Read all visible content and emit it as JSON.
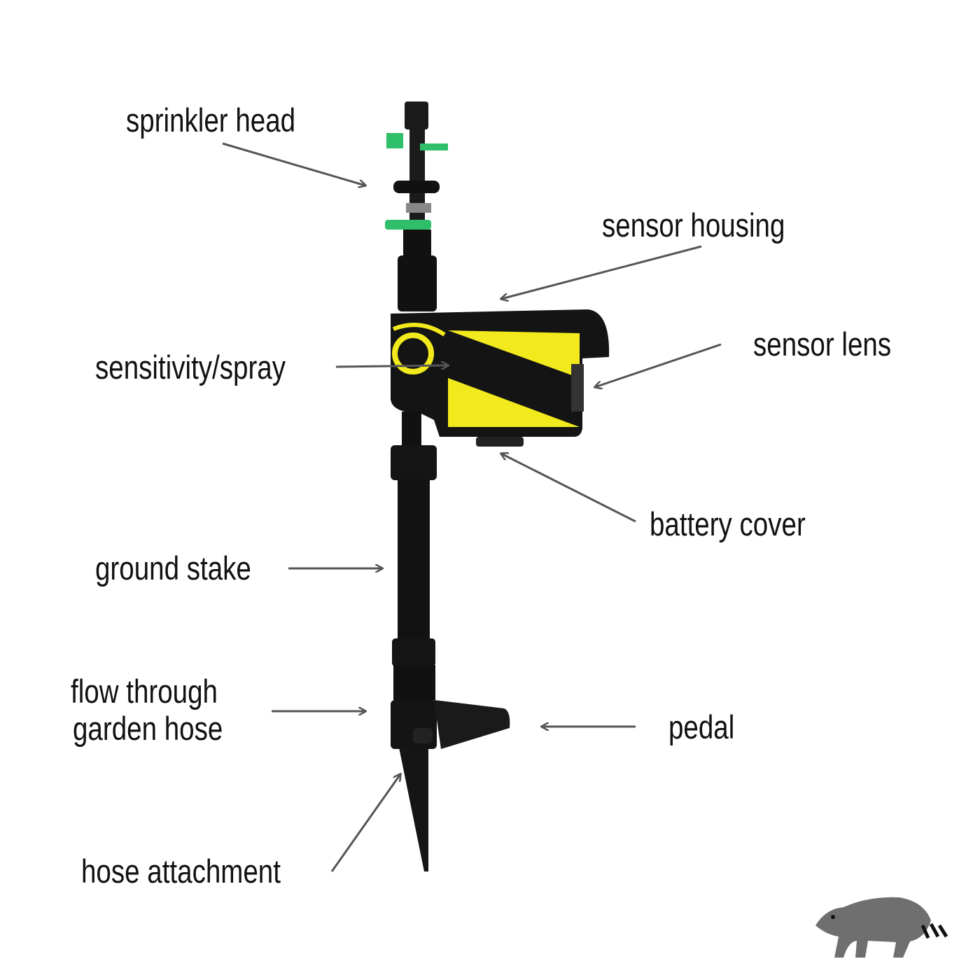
{
  "labels": {
    "sprinkler_head": "sprinkler head",
    "sensor_housing": "sensor housing",
    "sensor_lens": "sensor lens",
    "sensitivity_spray": "sensitivity/spray",
    "battery_cover": "battery cover",
    "ground_stake": "ground stake",
    "flow_through_line1": "flow through",
    "flow_through_line2": "garden hose",
    "pedal": "pedal",
    "hose_attachment": "hose attachment"
  },
  "colors": {
    "device_body": "#111111",
    "accent_yellow": "#f2ea1c",
    "nozzle_green": "#2fbf6a",
    "arrow": "#555555",
    "logo": "#6f6f6f"
  },
  "icons": {
    "logo": "raccoon-logo-icon"
  }
}
